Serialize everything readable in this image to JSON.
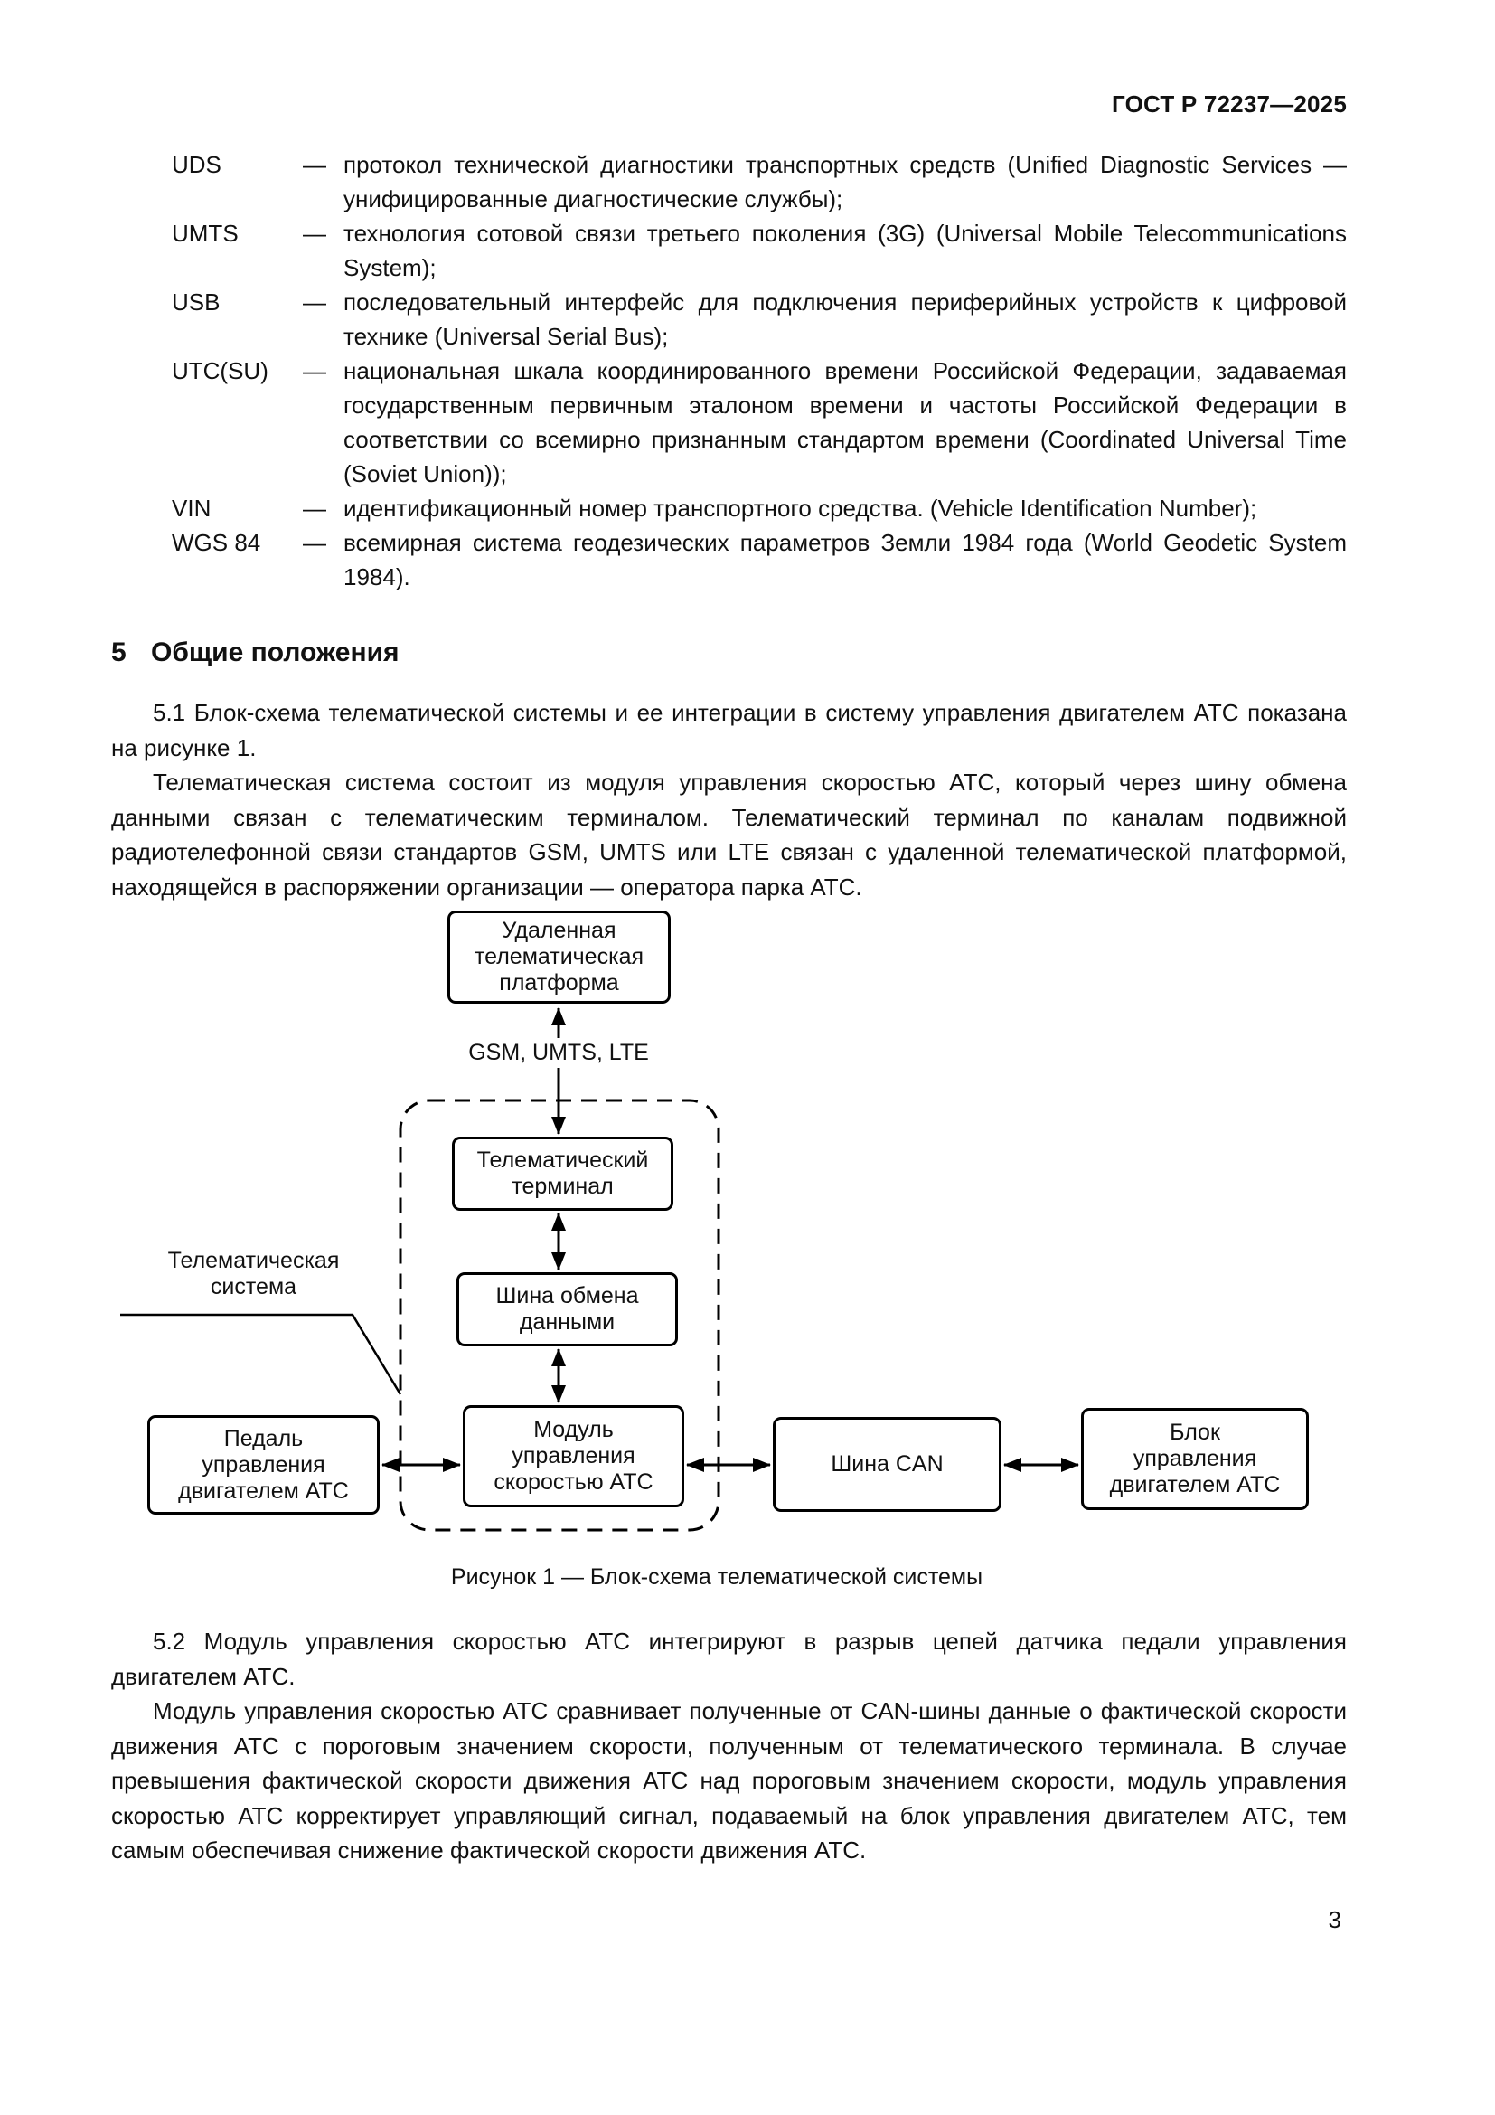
{
  "page": {
    "header": "ГОСТ Р 72237—2025",
    "page_number": "3"
  },
  "dash": "—",
  "abbreviations": [
    {
      "term": "UDS",
      "definition": "протокол технической диагностики транспортных средств (Unified Diagnostic Services — унифицированные диагностические службы);"
    },
    {
      "term": "UMTS",
      "definition": "технология сотовой связи третьего поколения (3G) (Universal Mobile Telecommunications System);"
    },
    {
      "term": "USB",
      "definition": "последовательный интерфейс для подключения периферийных устройств к цифровой технике (Universal Serial Bus);"
    },
    {
      "term": "UTC(SU)",
      "definition": "национальная шкала координированного времени Российской Федерации, задаваемая государственным первичным эталоном времени и частоты Российской Федерации в соответствии со всемирно признанным стандартом времени (Coordinated Universal Time (Soviet Union));"
    },
    {
      "term": "VIN",
      "definition": "идентификационный номер транспортного средства. (Vehicle Identification Number);"
    },
    {
      "term": "WGS 84",
      "definition": "всемирная система геодезических параметров Земли 1984 года (World Geodetic System 1984)."
    }
  ],
  "section": {
    "number": "5",
    "title": "Общие положения",
    "paragraphs": [
      "5.1 Блок-схема телематической системы и ее интеграции в систему управления двигателем АТС показана на рисунке 1.",
      "Телематическая система состоит из модуля управления скоростью АТС, который через шину обмена данными связан с телематическим терминалом. Телематический терминал по каналам подвижной радиотелефонной связи стандартов GSM, UMTS или LTE связан с удаленной телематической платформой, находящейся в распоряжении организации — оператора парка АТС.",
      "5.2 Модуль управления скоростью АТС интегрируют в разрыв цепей датчика педали управления двигателем АТС.",
      "Модуль управления скоростью АТС сравнивает полученные от CAN-шины данные о фактической скорости движения АТС с пороговым значением скорости, полученным от телематического терминала. В случае превышения фактической скорости движения АТС над пороговым значением скорости, модуль управления скоростью АТС корректирует управляющий сигнал, подаваемый на блок управления двигателем АТС, тем самым обеспечивая снижение фактической скорости движения АТС."
    ]
  },
  "figure": {
    "caption": "Рисунок 1 — Блок-схема телематической системы",
    "link_label": "GSM, UMTS, LTE",
    "system_label": [
      "Телематическая",
      "система"
    ],
    "boxes": {
      "platform": [
        "Удаленная",
        "телематическая",
        "платформа"
      ],
      "terminal": [
        "Телематический",
        "терминал"
      ],
      "bus": [
        "Шина обмена",
        "данными"
      ],
      "module": [
        "Модуль",
        "управления",
        "скоростью АТС"
      ],
      "pedal": [
        "Педаль",
        "управления",
        "двигателем АТС"
      ],
      "can": [
        "Шина CAN"
      ],
      "ecu": [
        "Блок",
        "управления",
        "двигателем АТС"
      ]
    }
  }
}
